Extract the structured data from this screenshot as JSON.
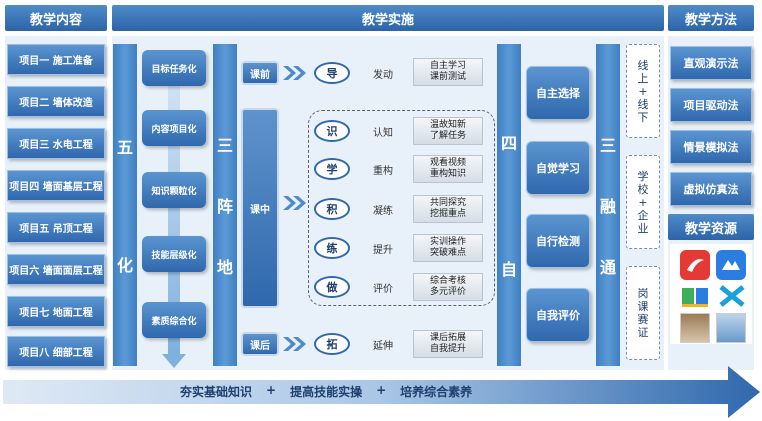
{
  "headers": {
    "content": "教学内容",
    "implementation": "教学实施",
    "method": "教学方法",
    "resource": "教学资源"
  },
  "projects": [
    "项目一  施工准备",
    "项目二  墙体改造",
    "项目三  水电工程",
    "项目四 墙面基层工程",
    "项目五  吊顶工程",
    "项目六 墙面面层工程",
    "项目七  地面工程",
    "项目八  细部工程"
  ],
  "wuhua": {
    "chars": [
      "五",
      "化"
    ],
    "items": [
      "目标任务化",
      "内容项目化",
      "知识颗粒化",
      "技能层级化",
      "素质综合化"
    ]
  },
  "sanzhendi": {
    "chars": [
      "三",
      "阵",
      "地"
    ]
  },
  "phases": {
    "before": "课前",
    "during": "课中",
    "after": "课后"
  },
  "steps": [
    {
      "char": "导",
      "action": "发动",
      "desc1": "自主学习",
      "desc2": "课前测试"
    },
    {
      "char": "识",
      "action": "认知",
      "desc1": "温故知新",
      "desc2": "了解任务"
    },
    {
      "char": "学",
      "action": "重构",
      "desc1": "观看视频",
      "desc2": "重构知识"
    },
    {
      "char": "积",
      "action": "凝练",
      "desc1": "共同探究",
      "desc2": "挖掘重点"
    },
    {
      "char": "练",
      "action": "提升",
      "desc1": "实训操作",
      "desc2": "突破难点"
    },
    {
      "char": "做",
      "action": "评价",
      "desc1": "综合考核",
      "desc2": "多元评价"
    },
    {
      "char": "拓",
      "action": "延伸",
      "desc1": "课后拓展",
      "desc2": "自我提升"
    }
  ],
  "sizi": {
    "chars": [
      "四",
      "自"
    ],
    "items": [
      "自主选择",
      "自觉学习",
      "自行检测",
      "自我评价"
    ]
  },
  "sanrong": {
    "chars": [
      "三",
      "融",
      "通"
    ],
    "items": [
      [
        "线",
        "上",
        "+",
        "线",
        "下"
      ],
      [
        "学",
        "校",
        "+",
        "企",
        "业"
      ],
      [
        "岗",
        "课",
        "赛",
        "证"
      ]
    ]
  },
  "methods": [
    "直观演示法",
    "项目驱动法",
    "情景模拟法",
    "虚拟仿真法"
  ],
  "bottom": {
    "t1": "夯实基础知识",
    "plus1": "+",
    "t2": "提高技能实操",
    "plus2": "+",
    "t3": "培养综合素养"
  },
  "colors": {
    "primary": "#2f68ad",
    "accent": "#5b95d1"
  }
}
